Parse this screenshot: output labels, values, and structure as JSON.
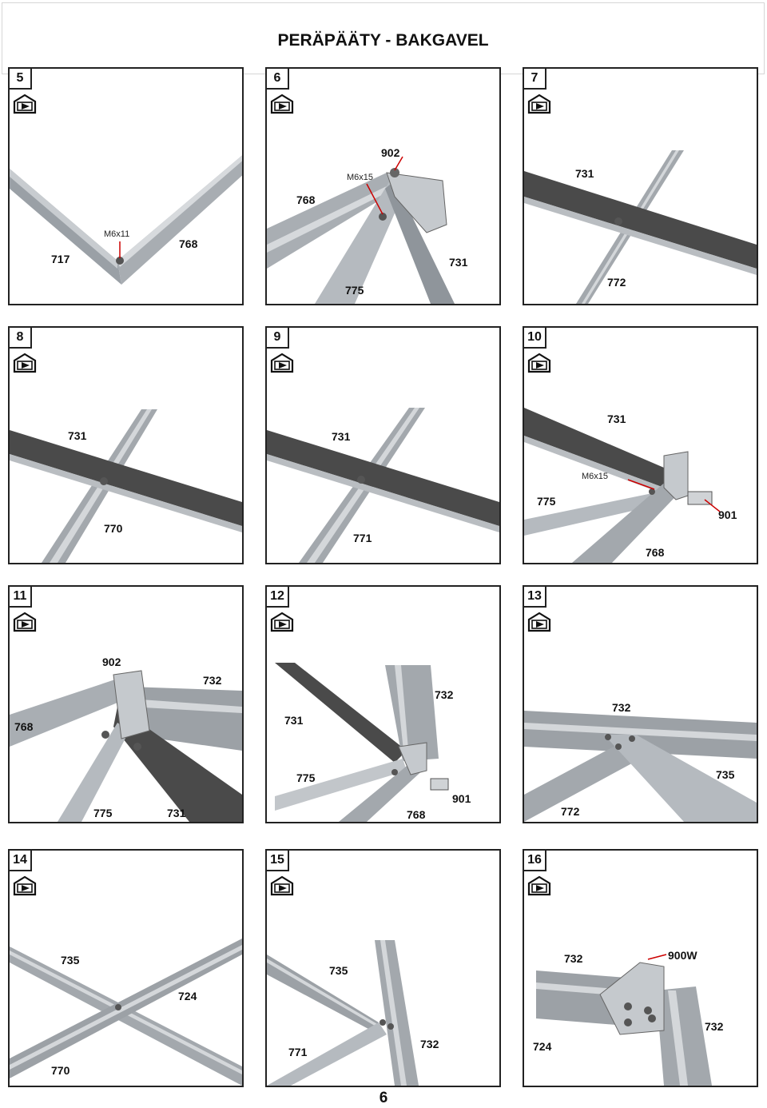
{
  "header": {
    "title": "PERÄPÄÄTY - BAKGAVEL"
  },
  "page_number": "6",
  "icon": "greenhouse-arrow-icon",
  "steps": [
    {
      "number": "5",
      "labels": [
        "M6x11",
        "717",
        "768"
      ]
    },
    {
      "number": "6",
      "labels": [
        "902",
        "M6x15",
        "768",
        "731",
        "775"
      ]
    },
    {
      "number": "7",
      "labels": [
        "731",
        "772"
      ]
    },
    {
      "number": "8",
      "labels": [
        "731",
        "770"
      ]
    },
    {
      "number": "9",
      "labels": [
        "731",
        "771"
      ]
    },
    {
      "number": "10",
      "labels": [
        "731",
        "M6x15",
        "775",
        "901",
        "768"
      ]
    },
    {
      "number": "11",
      "labels": [
        "902",
        "732",
        "768",
        "775",
        "731"
      ]
    },
    {
      "number": "12",
      "labels": [
        "732",
        "731",
        "775",
        "901",
        "768"
      ]
    },
    {
      "number": "13",
      "labels": [
        "732",
        "735",
        "772"
      ]
    },
    {
      "number": "14",
      "labels": [
        "735",
        "724",
        "770"
      ]
    },
    {
      "number": "15",
      "labels": [
        "735",
        "771",
        "732"
      ]
    },
    {
      "number": "16",
      "labels": [
        "732",
        "900W",
        "732",
        "724"
      ]
    }
  ]
}
